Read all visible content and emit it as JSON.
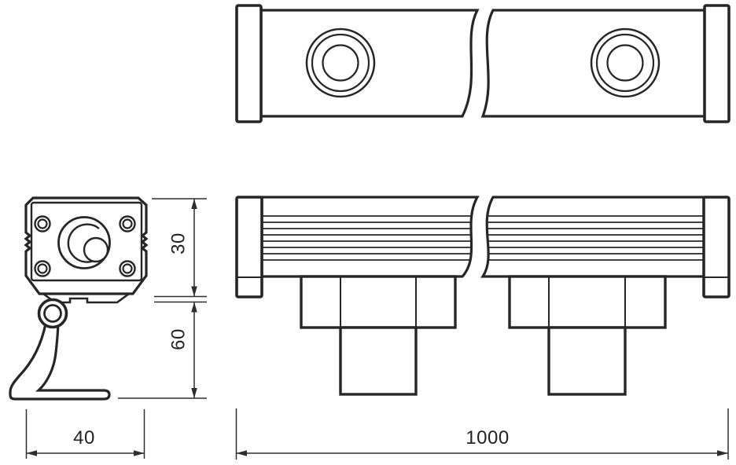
{
  "colors": {
    "line": "#262626",
    "background": "#ffffff",
    "dimension_line": "#2e2e2e",
    "text": "#222222"
  },
  "dimensions": {
    "body_height": {
      "label": "30"
    },
    "bracket_height": {
      "label": "60"
    },
    "head_width": {
      "label": "40"
    },
    "bar_length": {
      "label": "1000"
    }
  }
}
